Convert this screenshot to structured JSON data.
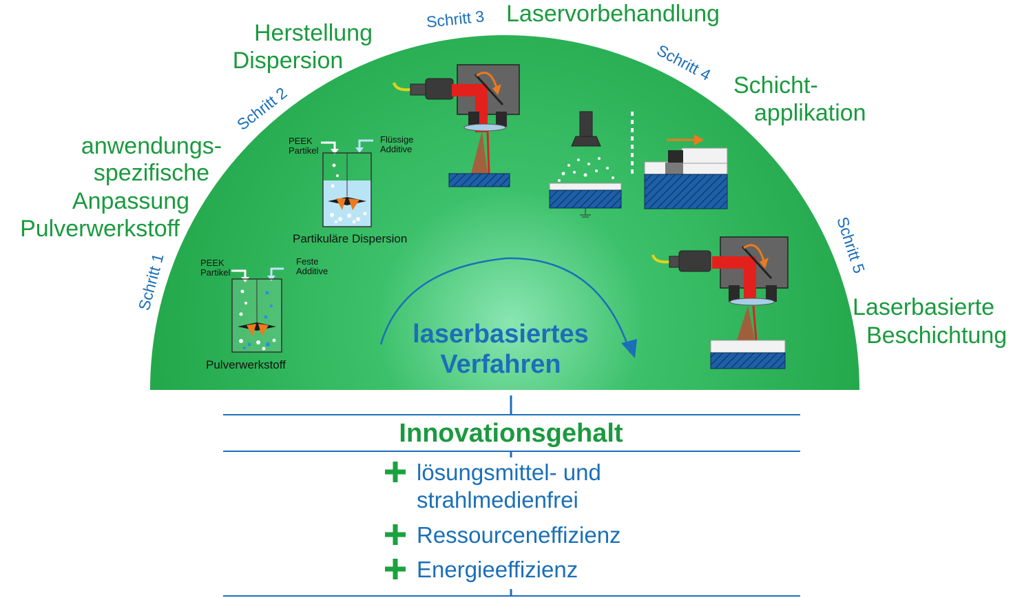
{
  "colors": {
    "dome_green": "#22a74a",
    "dome_center": "#7ee0a8",
    "step_blue": "#1b6fb8",
    "label_green": "#1a9a3e",
    "plus_green": "#1aa23e",
    "laser_red": "#e2211c",
    "arrow_orange": "#ee7a1c",
    "substrate_blue": "#1d5fa8"
  },
  "steps": [
    {
      "step": "Schritt 1",
      "title_lines": [
        "anwendungs-",
        "spezifische",
        "Anpassung",
        "Pulverwerkstoff"
      ]
    },
    {
      "step": "Schritt 2",
      "title_lines": [
        "Herstellung",
        "Dispersion"
      ]
    },
    {
      "step": "Schritt 3",
      "title_lines": [
        "Laservorbehandlung"
      ]
    },
    {
      "step": "Schritt 4",
      "title_lines": [
        "Schicht-",
        "applikation"
      ]
    },
    {
      "step": "Schritt 5",
      "title_lines": [
        "Laserbasierte",
        "Beschichtung"
      ]
    }
  ],
  "beaker1": {
    "input_left_lines": [
      "PEEK",
      "Partikel"
    ],
    "input_right_lines": [
      "Feste",
      "Additive"
    ],
    "caption": "Pulverwerkstoff"
  },
  "beaker2": {
    "input_left_lines": [
      "PEEK",
      "Partikel"
    ],
    "input_right_lines": [
      "Flüssige",
      "Additive"
    ],
    "caption": "Partikuläre Dispersion"
  },
  "center": {
    "line1": "laserbasiertes",
    "line2": "Verfahren"
  },
  "innovation": {
    "title": "Innovationsgehalt",
    "benefits": [
      {
        "icon": "plus-icon",
        "lines": [
          "lösungsmittel- und",
          "strahlmedienfrei"
        ]
      },
      {
        "icon": "plus-icon",
        "lines": [
          "Ressourceneffizienz"
        ]
      },
      {
        "icon": "plus-icon",
        "lines": [
          "Energieeffizienz"
        ]
      }
    ]
  }
}
